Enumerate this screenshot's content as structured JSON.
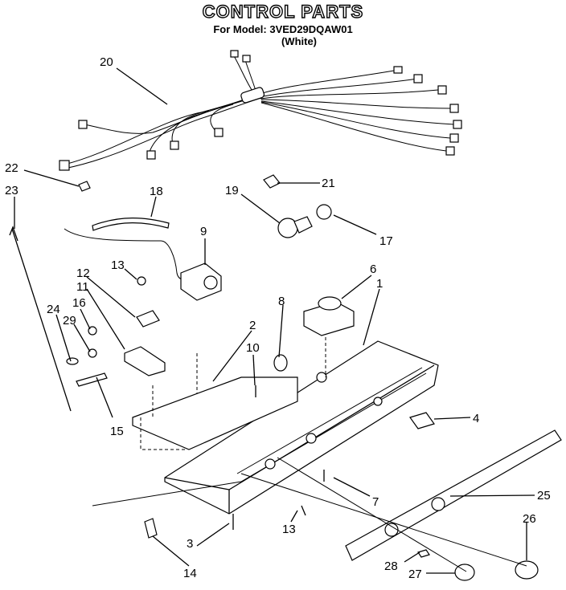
{
  "header": {
    "title": "CONTROL PARTS",
    "model_line": "For Model: 3VED29DQAW01",
    "color_line": "(White)"
  },
  "callouts": [
    {
      "key": "p20",
      "label": "20"
    },
    {
      "key": "p22",
      "label": "22"
    },
    {
      "key": "p23",
      "label": "23"
    },
    {
      "key": "p18",
      "label": "18"
    },
    {
      "key": "p19",
      "label": "19"
    },
    {
      "key": "p21",
      "label": "21"
    },
    {
      "key": "p17",
      "label": "17"
    },
    {
      "key": "p9",
      "label": "9"
    },
    {
      "key": "p13a",
      "label": "13"
    },
    {
      "key": "p12",
      "label": "12"
    },
    {
      "key": "p11",
      "label": "11"
    },
    {
      "key": "p16",
      "label": "16"
    },
    {
      "key": "p24",
      "label": "24"
    },
    {
      "key": "p29",
      "label": "29"
    },
    {
      "key": "p15",
      "label": "15"
    },
    {
      "key": "p6",
      "label": "6"
    },
    {
      "key": "p8",
      "label": "8"
    },
    {
      "key": "p1",
      "label": "1"
    },
    {
      "key": "p2",
      "label": "2"
    },
    {
      "key": "p10",
      "label": "10"
    },
    {
      "key": "p4",
      "label": "4"
    },
    {
      "key": "p7",
      "label": "7"
    },
    {
      "key": "p25",
      "label": "25"
    },
    {
      "key": "p3",
      "label": "3"
    },
    {
      "key": "p13b",
      "label": "13"
    },
    {
      "key": "p26",
      "label": "26"
    },
    {
      "key": "p14",
      "label": "14"
    },
    {
      "key": "p28",
      "label": "28"
    },
    {
      "key": "p27",
      "label": "27"
    }
  ]
}
